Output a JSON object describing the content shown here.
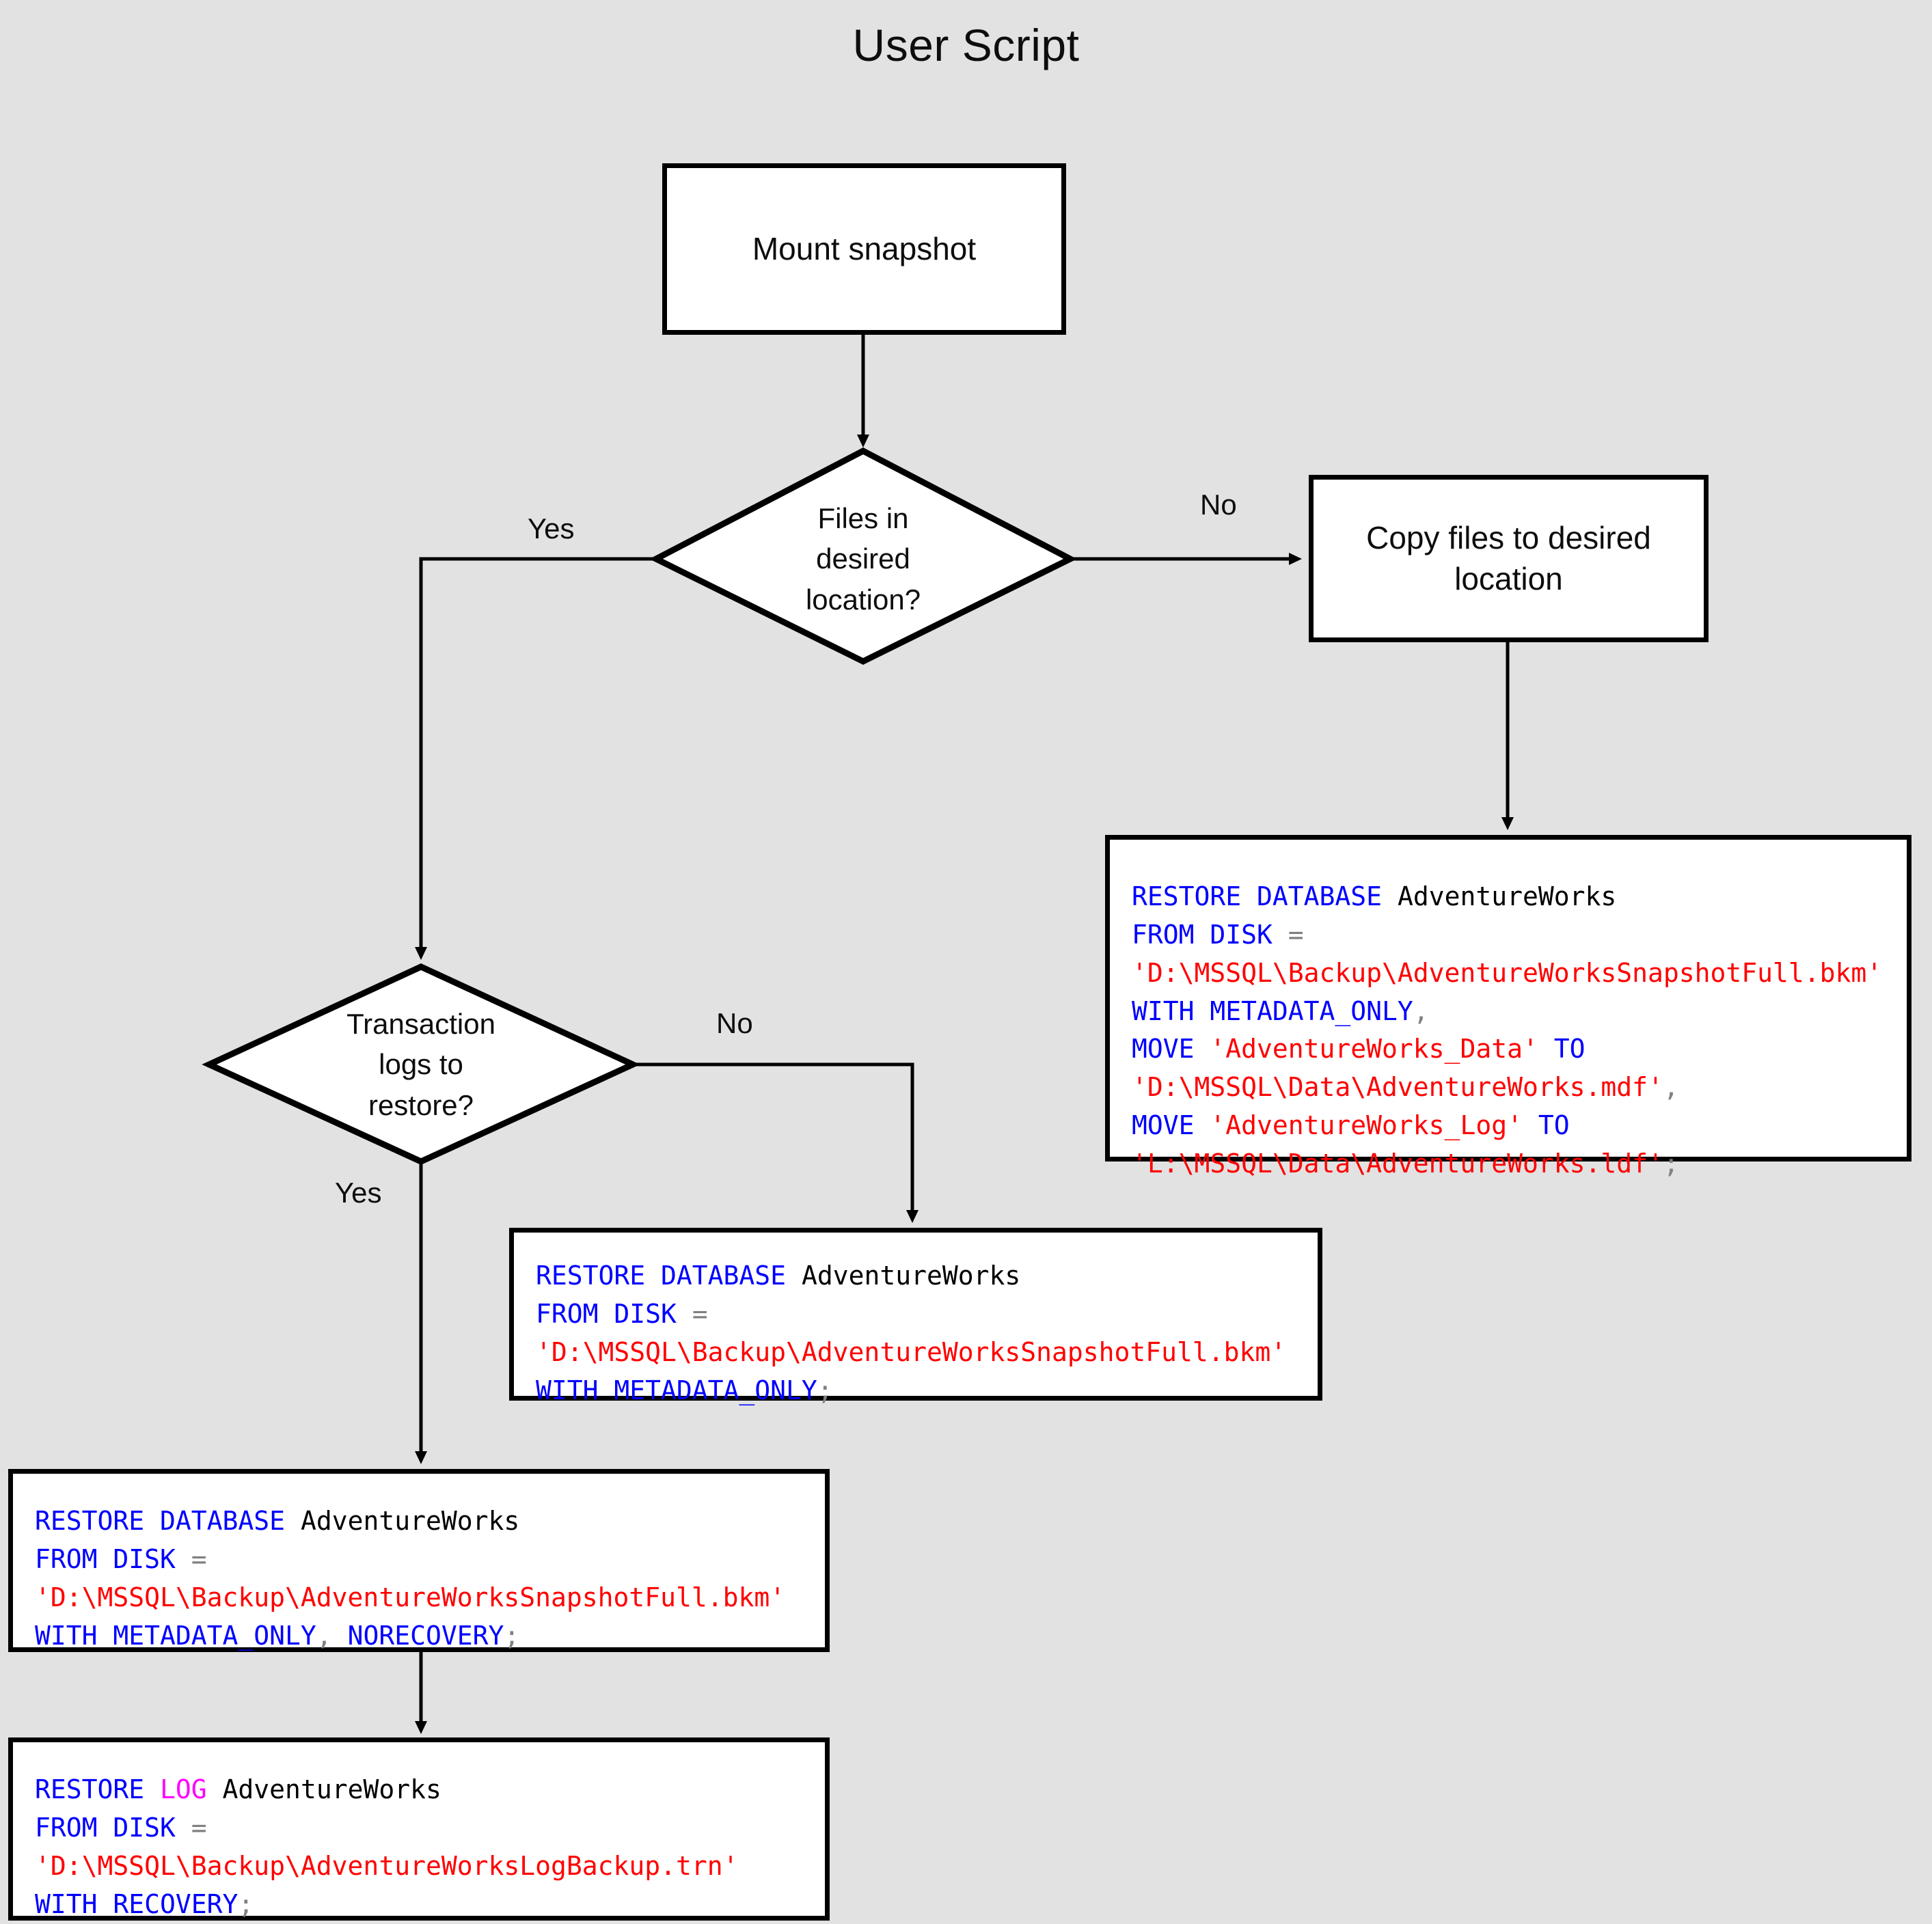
{
  "title": "User Script",
  "colors": {
    "background": "#e2e2e2",
    "node_fill": "#ffffff",
    "node_stroke": "#000000",
    "keyword": "#0000ff",
    "string": "#ff0000",
    "identifier": "#000000",
    "operator": "#808080",
    "log_keyword": "#ff00ff"
  },
  "nodes": {
    "mount_snapshot": {
      "label": "Mount snapshot",
      "type": "process"
    },
    "files_in_location": {
      "label": "Files in\ndesired\nlocation?",
      "type": "decision"
    },
    "copy_files": {
      "label": "Copy files to desired\nlocation",
      "type": "process"
    },
    "transaction_logs": {
      "label": "Transaction\nlogs to\nrestore?",
      "type": "decision"
    }
  },
  "edge_labels": {
    "files_yes": "Yes",
    "files_no": "No",
    "logs_no": "No",
    "logs_yes": "Yes"
  },
  "code_blocks": {
    "restore_with_move": {
      "name": "restore-database-with-move",
      "lines": [
        [
          {
            "t": "RESTORE DATABASE ",
            "c": "kw"
          },
          {
            "t": "AdventureWorks",
            "c": "id"
          }
        ],
        [
          {
            "t": "FROM DISK ",
            "c": "kw"
          },
          {
            "t": "=",
            "c": "op"
          }
        ],
        [
          {
            "t": "'D:\\MSSQL\\Backup\\AdventureWorksSnapshotFull.bkm'",
            "c": "str"
          }
        ],
        [
          {
            "t": "WITH METADATA_ONLY",
            "c": "kw"
          },
          {
            "t": ",",
            "c": "op"
          }
        ],
        [
          {
            "t": "MOVE ",
            "c": "kw"
          },
          {
            "t": "'AdventureWorks_Data'",
            "c": "str"
          },
          {
            "t": " TO",
            "c": "kw"
          }
        ],
        [
          {
            "t": "'D:\\MSSQL\\Data\\AdventureWorks.mdf'",
            "c": "str"
          },
          {
            "t": ",",
            "c": "op"
          }
        ],
        [
          {
            "t": "MOVE ",
            "c": "kw"
          },
          {
            "t": "'AdventureWorks_Log'",
            "c": "str"
          },
          {
            "t": " TO",
            "c": "kw"
          }
        ],
        [
          {
            "t": "'L:\\MSSQL\\Data\\AdventureWorks.ldf'",
            "c": "str"
          },
          {
            "t": ";",
            "c": "op"
          }
        ]
      ]
    },
    "restore_metadata_only": {
      "name": "restore-database-metadata-only",
      "lines": [
        [
          {
            "t": "RESTORE DATABASE ",
            "c": "kw"
          },
          {
            "t": "AdventureWorks",
            "c": "id"
          }
        ],
        [
          {
            "t": "FROM DISK ",
            "c": "kw"
          },
          {
            "t": "=",
            "c": "op"
          }
        ],
        [
          {
            "t": "'D:\\MSSQL\\Backup\\AdventureWorksSnapshotFull.bkm'",
            "c": "str"
          }
        ],
        [
          {
            "t": "WITH METADATA_ONLY",
            "c": "kw"
          },
          {
            "t": ";",
            "c": "op"
          }
        ]
      ]
    },
    "restore_norecovery": {
      "name": "restore-database-norecovery",
      "lines": [
        [
          {
            "t": "RESTORE DATABASE ",
            "c": "kw"
          },
          {
            "t": "AdventureWorks",
            "c": "id"
          }
        ],
        [
          {
            "t": "FROM DISK ",
            "c": "kw"
          },
          {
            "t": "=",
            "c": "op"
          }
        ],
        [
          {
            "t": "'D:\\MSSQL\\Backup\\AdventureWorksSnapshotFull.bkm'",
            "c": "str"
          }
        ],
        [
          {
            "t": "WITH METADATA_ONLY",
            "c": "kw"
          },
          {
            "t": ",",
            "c": "op"
          },
          {
            "t": " NORECOVERY",
            "c": "kw"
          },
          {
            "t": ";",
            "c": "op"
          }
        ]
      ]
    },
    "restore_log": {
      "name": "restore-log-recovery",
      "lines": [
        [
          {
            "t": "RESTORE ",
            "c": "kw"
          },
          {
            "t": "LOG",
            "c": "log"
          },
          {
            "t": " AdventureWorks",
            "c": "id"
          }
        ],
        [
          {
            "t": "FROM DISK ",
            "c": "kw"
          },
          {
            "t": "=",
            "c": "op"
          }
        ],
        [
          {
            "t": "'D:\\MSSQL\\Backup\\AdventureWorksLogBackup.trn'",
            "c": "str"
          }
        ],
        [
          {
            "t": "WITH RECOVERY",
            "c": "kw"
          },
          {
            "t": ";",
            "c": "op"
          }
        ]
      ]
    }
  }
}
